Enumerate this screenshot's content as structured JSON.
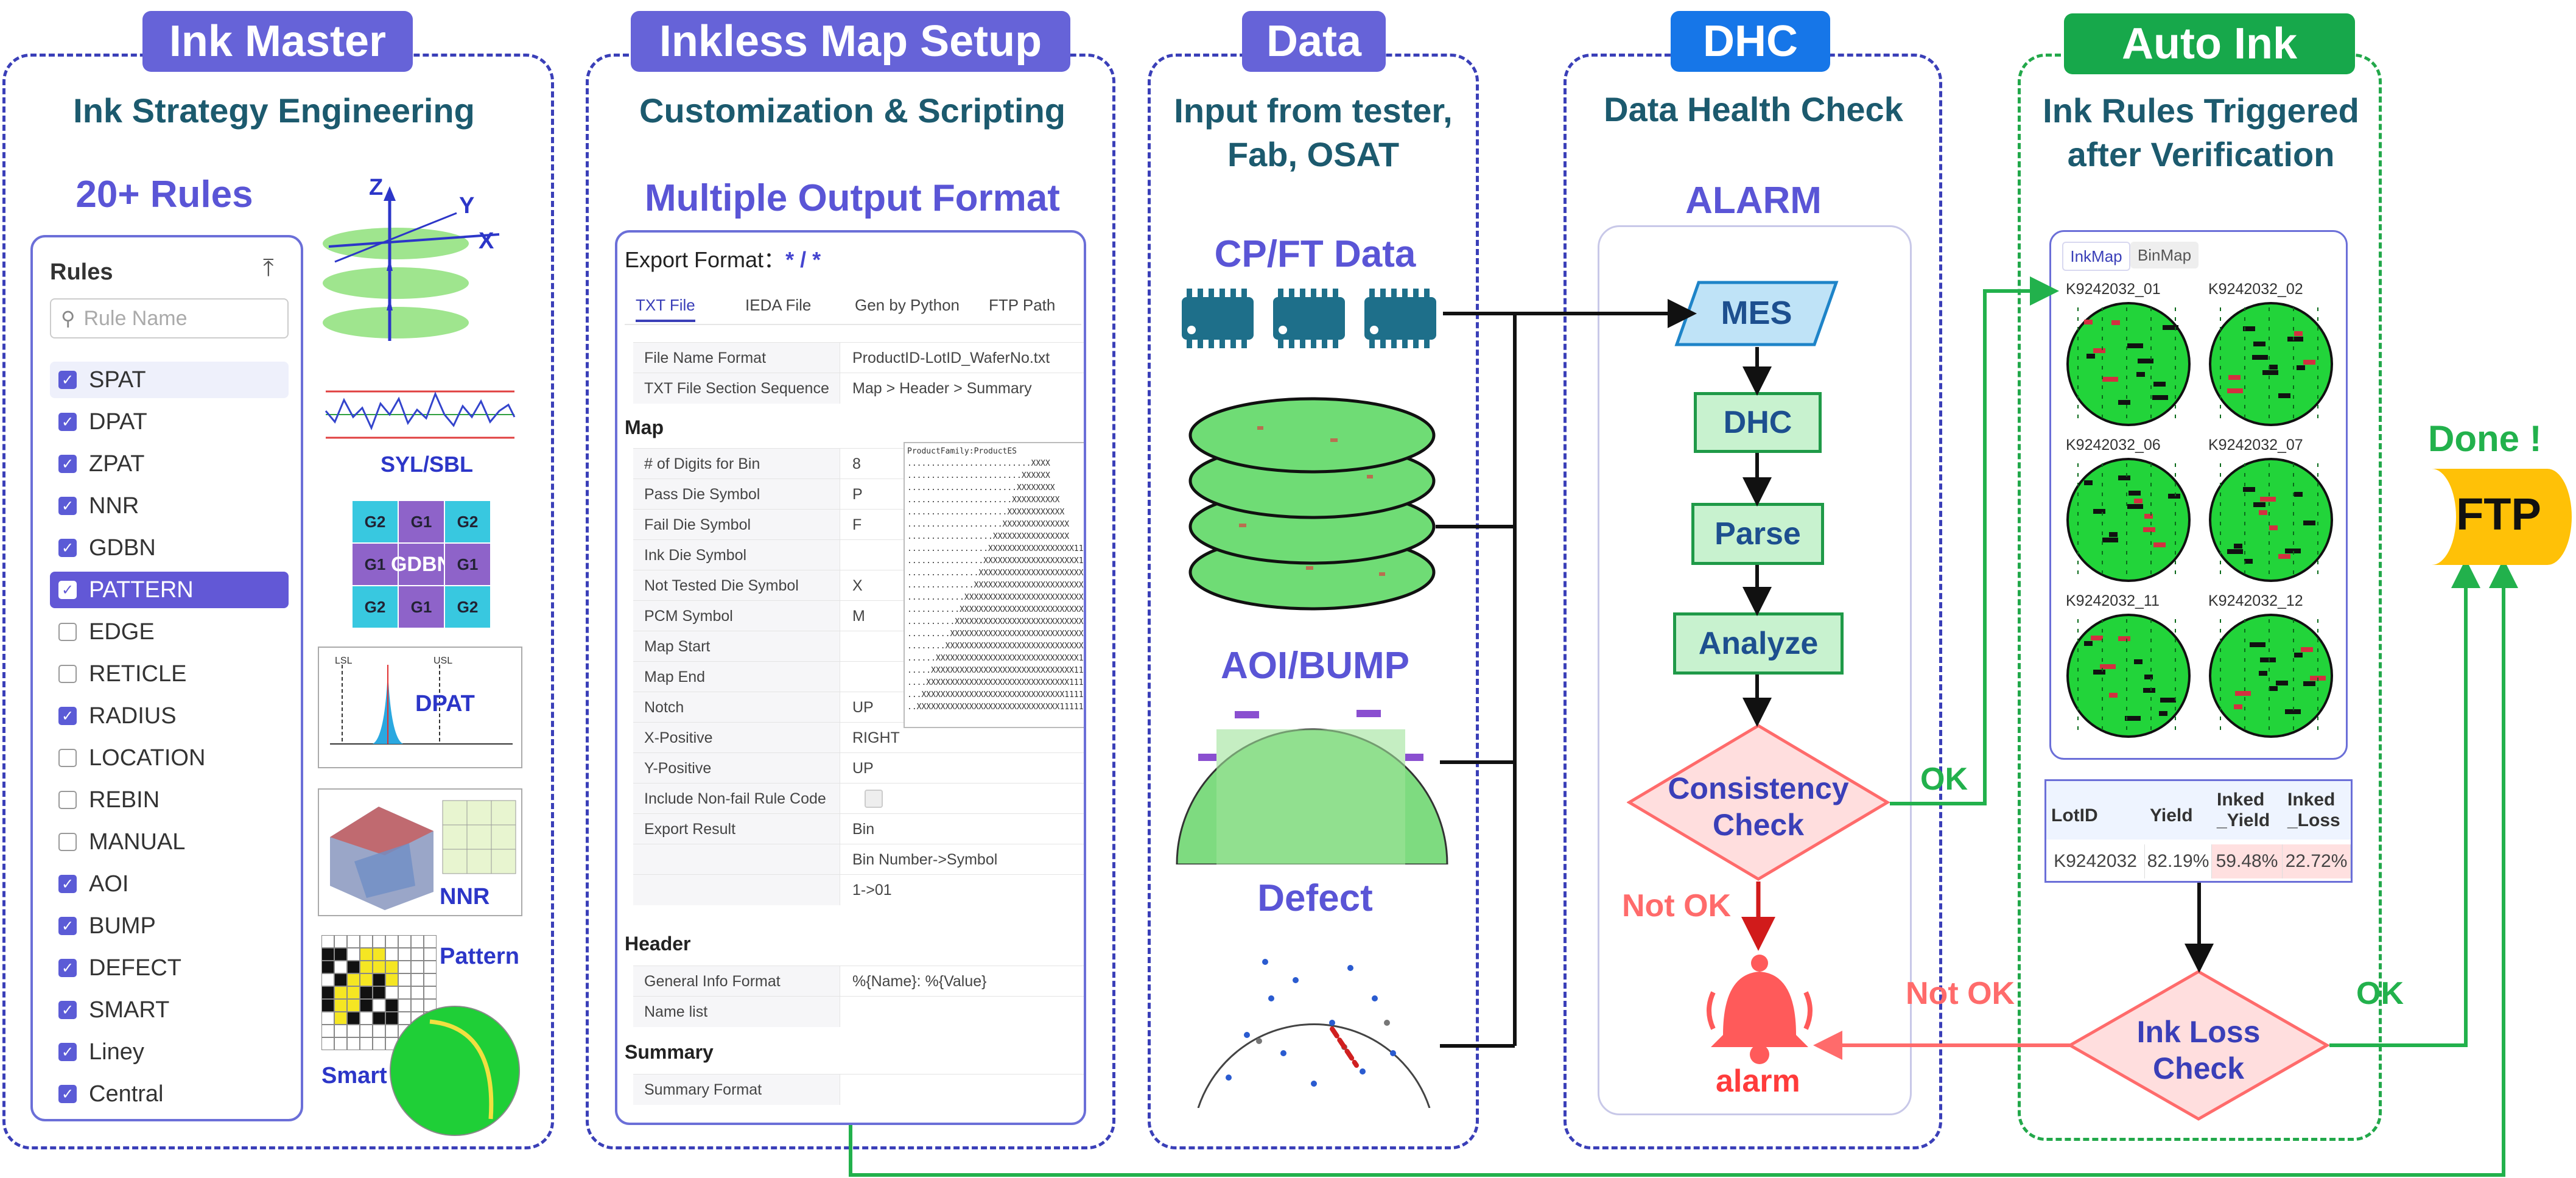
{
  "colors": {
    "blue_title": "#6663d8",
    "dhc_title": "#1676e8",
    "green_title": "#17a84b",
    "flow_box_fill": "#c8f2cf",
    "alarm_red": "#ff6b6b",
    "ok_green": "#22b14c",
    "ftp_yellow": "#ffc107"
  },
  "ink_master": {
    "title": "Ink Master",
    "subtitle": "Ink Strategy Engineering",
    "rules_count": "20+ Rules",
    "rules_header": "Rules",
    "search_placeholder": "Rule Name",
    "rules": [
      {
        "label": "SPAT",
        "checked": true
      },
      {
        "label": "DPAT",
        "checked": true
      },
      {
        "label": "ZPAT",
        "checked": true
      },
      {
        "label": "NNR",
        "checked": true
      },
      {
        "label": "GDBN",
        "checked": true
      },
      {
        "label": "PATTERN",
        "checked": true
      },
      {
        "label": "EDGE",
        "checked": false
      },
      {
        "label": "RETICLE",
        "checked": false
      },
      {
        "label": "RADIUS",
        "checked": true
      },
      {
        "label": "LOCATION",
        "checked": false
      },
      {
        "label": "REBIN",
        "checked": false
      },
      {
        "label": "MANUAL",
        "checked": false
      },
      {
        "label": "AOI",
        "checked": true
      },
      {
        "label": "BUMP",
        "checked": true
      },
      {
        "label": "DEFECT",
        "checked": true
      },
      {
        "label": "SMART",
        "checked": true
      },
      {
        "label": "Liney",
        "checked": true
      },
      {
        "label": "Central",
        "checked": true
      }
    ],
    "illus": {
      "z_axis": "Z",
      "y_axis": "Y",
      "x_axis": "X",
      "syl": "SYL/SBL",
      "gdbn": "GDBN",
      "g2": "G2",
      "g1": "G1",
      "dpat": "DPAT",
      "lsl": "LSL",
      "usl": "USL",
      "nnr": "NNR",
      "pattern": "Pattern",
      "smart": "Smart"
    }
  },
  "inkless": {
    "title": "Inkless Map Setup",
    "subtitle": "Customization & Scripting",
    "output": "Multiple Output Format",
    "export_label": "Export Format：",
    "export_value": "* / *",
    "tabs": [
      "TXT File",
      "IEDA File",
      "Gen by Python",
      "FTP Path"
    ],
    "top_rows": [
      {
        "k": "File Name Format",
        "v": "ProductID-LotID_WaferNo.txt"
      },
      {
        "k": "TXT File Section Sequence",
        "v": "Map > Header > Summary"
      }
    ],
    "map_title": "Map",
    "map_rows": [
      {
        "k": "# of Digits for Bin",
        "v": "8"
      },
      {
        "k": "Pass Die Symbol",
        "v": "P"
      },
      {
        "k": "Fail Die Symbol",
        "v": "F"
      },
      {
        "k": "Ink Die Symbol",
        "v": ""
      },
      {
        "k": "Not Tested Die Symbol",
        "v": "X"
      },
      {
        "k": "PCM Symbol",
        "v": "M"
      },
      {
        "k": "Map Start",
        "v": ""
      },
      {
        "k": "Map End",
        "v": ""
      },
      {
        "k": "Notch",
        "v": "UP"
      },
      {
        "k": "X-Positive",
        "v": "RIGHT"
      },
      {
        "k": "Y-Positive",
        "v": "UP"
      },
      {
        "k": "Include Non-fail Rule Code",
        "v": ""
      },
      {
        "k": "Export Result",
        "v": "Bin"
      },
      {
        "k": "",
        "v": "Bin Number->Symbol"
      },
      {
        "k": "",
        "v": "1->01"
      }
    ],
    "preview_head": "ProductFamily:ProductES",
    "header_title": "Header",
    "header_rows": [
      {
        "k": "General Info Format",
        "v": "%{Name}: %{Value}"
      },
      {
        "k": "Name list",
        "v": ""
      }
    ],
    "summary_title": "Summary",
    "summary_rows": [
      {
        "k": "Summary Format",
        "v": ""
      }
    ]
  },
  "data": {
    "title": "Data",
    "subtitle1": "Input from tester,",
    "subtitle2": "Fab, OSAT",
    "cpft": "CP/FT Data",
    "aoi": "AOI/BUMP",
    "defect": "Defect"
  },
  "dhc": {
    "title": "DHC",
    "subtitle": "Data Health Check",
    "alarm_title": "ALARM",
    "mes": "MES",
    "dhc_box": "DHC",
    "parse": "Parse",
    "analyze": "Analyze",
    "consistency1": "Consistency",
    "consistency2": "Check",
    "not_ok": "Not OK",
    "alarm": "alarm"
  },
  "auto_ink": {
    "title": "Auto Ink",
    "subtitle1": "Ink Rules Triggered",
    "subtitle2": "after Verification",
    "tabs": [
      "InkMap",
      "BinMap"
    ],
    "wafers": [
      "K9242032_01",
      "K9242032_02",
      "K9242032_06",
      "K9242032_07",
      "K9242032_11",
      "K9242032_12"
    ],
    "table_headers": [
      "LotID",
      "Yield",
      "Inked\n_Yield",
      "Inked\n_Loss"
    ],
    "table_row": [
      "K9242032",
      "82.19%",
      "59.48%",
      "22.72%"
    ],
    "ink_loss1": "Ink Loss",
    "ink_loss2": "Check"
  },
  "flow": {
    "ok1": "OK",
    "ok2": "OK",
    "not_ok2": "Not OK",
    "done": "Done !",
    "ftp": "FTP"
  }
}
